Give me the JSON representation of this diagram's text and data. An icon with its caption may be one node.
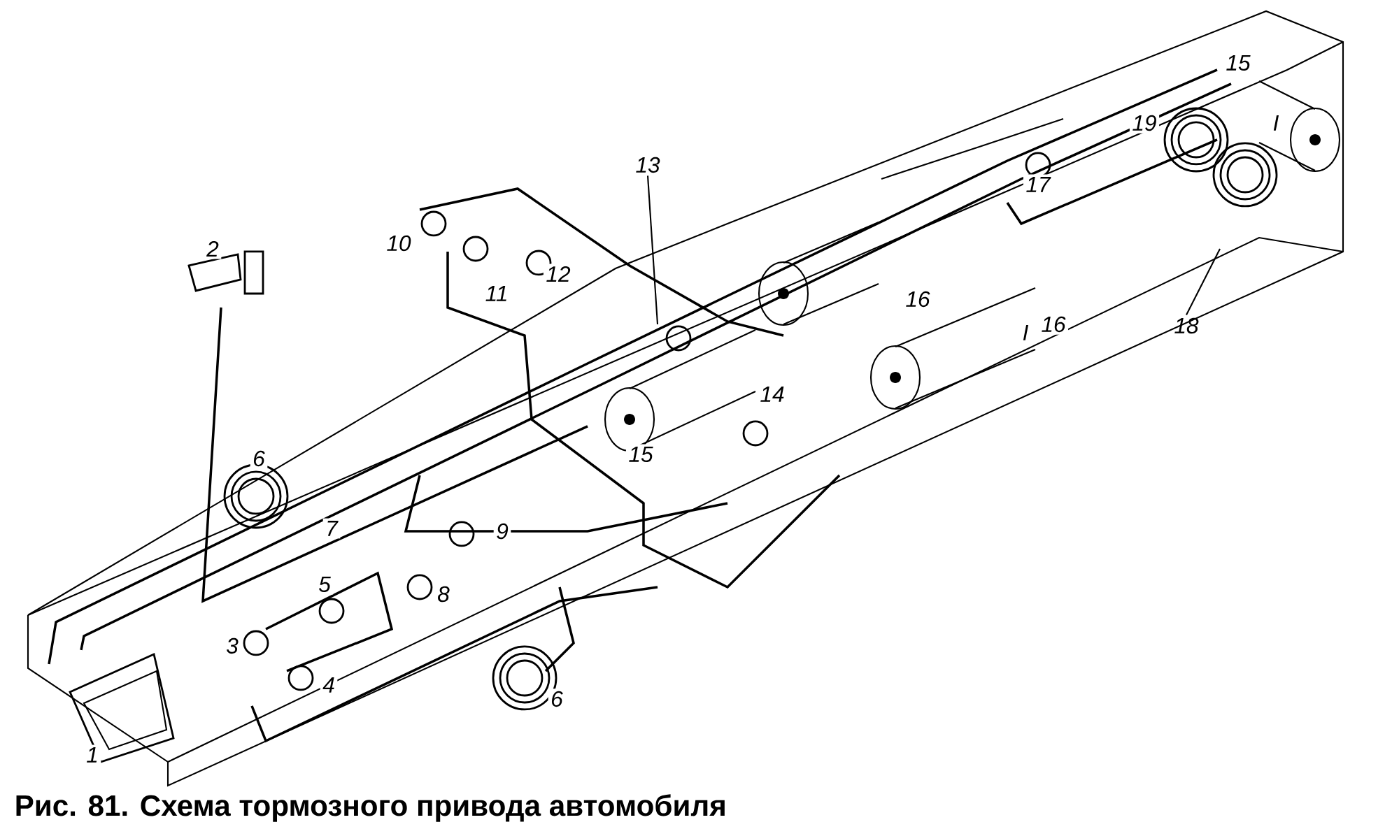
{
  "diagram": {
    "caption": "Рис. 81. Схема тормозного привода автомобиля",
    "nodes": [
      {
        "text": [
          "13"
        ]
      },
      {
        "text": [
          "18"
        ]
      }
    ],
    "edges": [
      {
        "from": 0,
        "to": null,
        "arrow": "none"
      },
      {
        "from": 1,
        "to": null,
        "arrow": "none"
      }
    ],
    "labels": [
      "15",
      "I",
      "19",
      "17",
      "10",
      "2",
      "11",
      "12",
      "16",
      "I",
      "16",
      "14",
      "15",
      "6",
      "9",
      "7",
      "5",
      "8",
      "3",
      "4",
      "6",
      "1"
    ]
  }
}
